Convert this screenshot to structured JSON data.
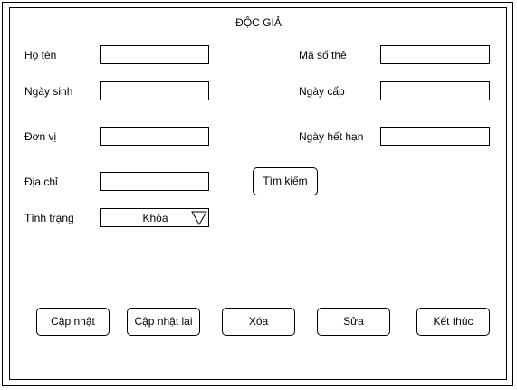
{
  "form": {
    "title": "ĐỘC GIẢ",
    "labels": {
      "ho_ten": "Họ tên",
      "ngay_sinh": "Ngày sinh",
      "don_vi": "Đơn vị",
      "dia_chi": "Địa chỉ",
      "tinh_trang": "Tình trạng",
      "ma_so_the": "Mã số thẻ",
      "ngay_cap": "Ngày cấp",
      "ngay_het_han": "Ngày hết hạn"
    },
    "values": {
      "ho_ten": "",
      "ngay_sinh": "",
      "don_vi": "",
      "dia_chi": "",
      "ma_so_the": "",
      "ngay_cap": "",
      "ngay_het_han": ""
    },
    "status": {
      "selected": "Khóa",
      "icon": "triangle-down-icon"
    },
    "search_label": "Tìm kiếm"
  },
  "actions": {
    "update": "Cập nhật",
    "reupdate": "Cập nhật lại",
    "delete": "Xóa",
    "edit": "Sửa",
    "finish": "Kết thúc"
  }
}
